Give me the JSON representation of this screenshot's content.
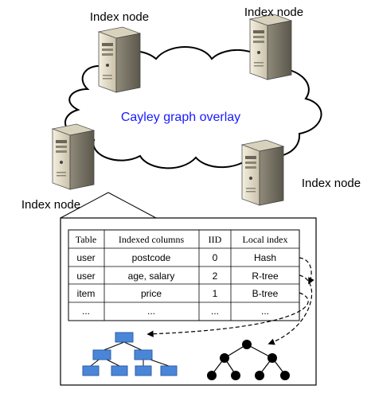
{
  "overlay": {
    "label": "Cayley graph overlay",
    "label_color": "#1a1aff"
  },
  "nodes": [
    {
      "label": "Index node"
    },
    {
      "label": "Index node"
    },
    {
      "label": "Index node"
    },
    {
      "label": "Index node"
    }
  ],
  "table": {
    "headers": [
      "Table",
      "Indexed columns",
      "IID",
      "Local index"
    ],
    "rows": [
      [
        "user",
        "postcode",
        "0",
        "Hash"
      ],
      [
        "user",
        "age, salary",
        "2",
        "R-tree"
      ],
      [
        "item",
        "price",
        "1",
        "B-tree"
      ],
      [
        "...",
        "...",
        "...",
        "..."
      ]
    ]
  },
  "colors": {
    "tree_box_fill": "#4a86d8",
    "tree_box_stroke": "#2d5ea8",
    "binary_node_fill": "#000000",
    "server_body": "#e8e2d0"
  }
}
